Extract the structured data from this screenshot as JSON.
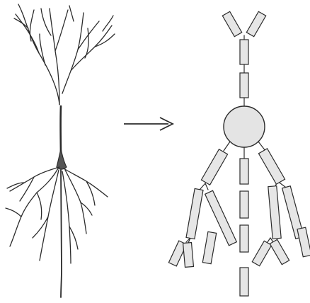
{
  "figure": {
    "left_panel": {
      "kind": "neuron-drawing",
      "cell_type": "pyramidal neuron"
    },
    "arrow": {
      "direction": "right"
    },
    "right_panel": {
      "kind": "compartmental-model",
      "soma_shape": "circle",
      "dendrite_shape": "cylinder segments"
    }
  },
  "colors": {
    "background": "#ffffff",
    "ink": "#2b2b2b",
    "soma_fill": "#e4e4e4",
    "compartment_fill": "#e6e6e6",
    "cell_body_fill": "#555555"
  }
}
